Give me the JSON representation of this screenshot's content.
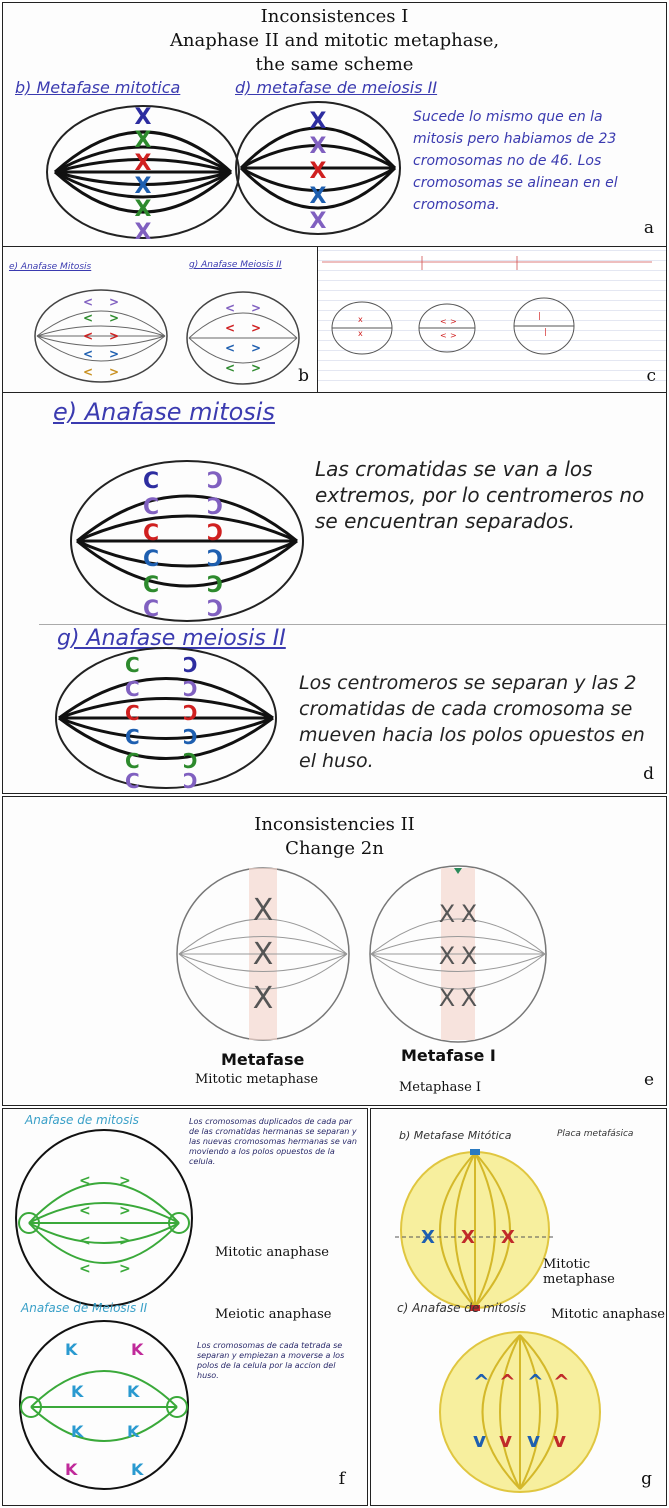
{
  "section1": {
    "title_line1": "Inconsistences I",
    "title_line2": "Anaphase II and mitotic metaphase,",
    "title_line3": "the same scheme"
  },
  "panel_a": {
    "label": "a",
    "hw_left": "b) Metafase mitotica",
    "hw_mid": "d) metafase de meiosis II",
    "hw_text": "Sucede lo mismo que en la mitosis pero habiamos de 23 cromosomas no de 46. Los cromosomas se alinean en el cromosoma."
  },
  "panel_b": {
    "label": "b",
    "hw_left": "e) Anafase Mitosis",
    "hw_right": "g) Anafase Meiosis II"
  },
  "panel_c": {
    "label": "c"
  },
  "panel_d": {
    "label": "d",
    "hw_top": "e) Anafase mitosis",
    "hw_top_text": "Las cromatidas se van a los extremos, por lo centromeros no se encuentran separados.",
    "hw_bottom": "g) Anafase meiosis II",
    "hw_bottom_text": "Los centromeros se separan y las 2 cromatidas de cada cromosoma se mueven hacia los polos opuestos en el huso."
  },
  "section2": {
    "title_line1": "Inconsistencies II",
    "title_line2": "Change 2n"
  },
  "panel_e": {
    "label": "e",
    "hw_left": "Metafase",
    "hw_right": "Metafase I",
    "cap_left": "Mitotic metaphase",
    "cap_right": "Metaphase I"
  },
  "panel_f": {
    "label": "f",
    "hw_top": "Anafase de mitosis",
    "hw_bottom": "Anafase de Meiosis II",
    "cap_top": "Mitotic anaphase",
    "cap_bottom": "Meiotic anaphase"
  },
  "panel_g": {
    "label": "g",
    "hw_top": "b) Metafase Mitótica",
    "hw_top_note": "Placa metafásica",
    "hw_bottom": "c) Anafase de mitosis",
    "cap_top": "Mitotic metaphase",
    "cap_bottom": "Mitotic anaphase"
  },
  "colors": {
    "handwriting": "#3b3bb0",
    "chrom_red": "#d02020",
    "chrom_blue": "#1e5fb0",
    "chrom_green": "#2d8a2d",
    "chrom_purple": "#8060c0",
    "spindle_green": "#3aa93a",
    "spindle_yellow": "#f2e680"
  }
}
